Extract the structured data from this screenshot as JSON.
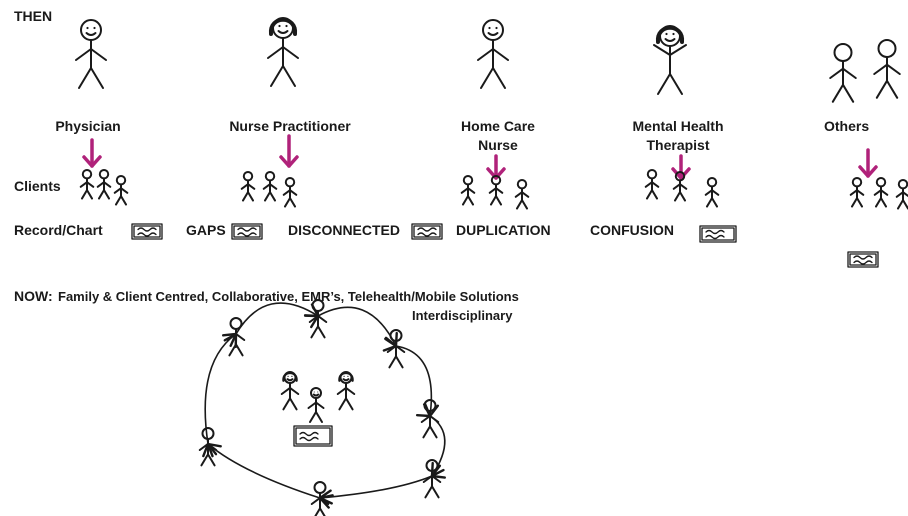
{
  "then": {
    "heading": "THEN",
    "roles": [
      {
        "label": "Physician"
      },
      {
        "label": "Nurse Practitioner"
      },
      {
        "label": "Home Care",
        "label2": "Nurse"
      },
      {
        "label": "Mental Health",
        "label2": "Therapist"
      },
      {
        "label": "Others"
      }
    ],
    "clients_label": "Clients",
    "records": [
      {
        "label": "Record/Chart"
      },
      {
        "label": "GAPS"
      },
      {
        "label": "DISCONNECTED"
      },
      {
        "label": "DUPLICATION"
      },
      {
        "label": "CONFUSION"
      }
    ]
  },
  "now": {
    "heading": "NOW:",
    "subtitle": "Family & Client Centred, Collaborative, EMR’s, Telehealth/Mobile Solutions",
    "subtitle2": "Interdisciplinary"
  },
  "colors": {
    "ink": "#1a1a1a",
    "arrow": "#b0227a",
    "background": "#ffffff"
  }
}
